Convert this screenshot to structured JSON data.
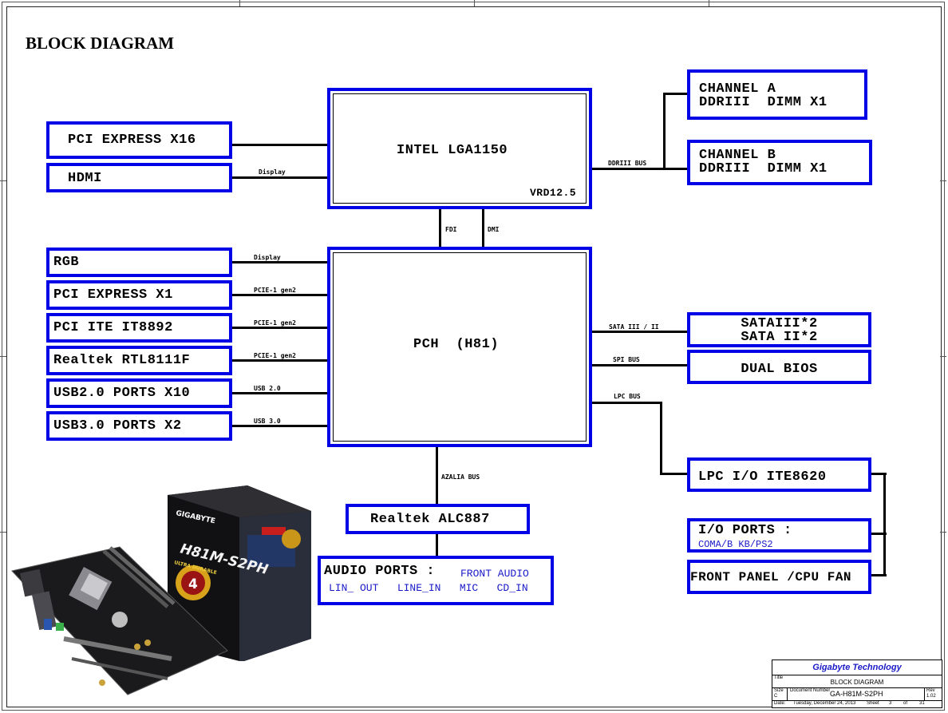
{
  "title": "BLOCK DIAGRAM",
  "cpu": {
    "name": "INTEL LGA1150",
    "vrd": "VRD12.5"
  },
  "pch": {
    "name": "PCH  (H81)"
  },
  "left": [
    {
      "label": "PCI EXPRESS X16",
      "bus": ""
    },
    {
      "label": "HDMI",
      "bus": "Display"
    },
    {
      "label": "RGB",
      "bus": "Display"
    },
    {
      "label": "PCI EXPRESS X1",
      "bus": "PCIE-1 gen2"
    },
    {
      "label": "PCI ITE IT8892",
      "bus": "PCIE-1 gen2"
    },
    {
      "label": "Realtek RTL8111F",
      "bus": "PCIE-1 gen2"
    },
    {
      "label": "USB2.0 PORTS X10",
      "bus": "USB 2.0"
    },
    {
      "label": "USB3.0 PORTS X2",
      "bus": "USB 3.0"
    }
  ],
  "memory": {
    "bus": "DDRIII BUS",
    "channel_a": [
      "CHANNEL A",
      "DDRIII  DIMM X1"
    ],
    "channel_b": [
      "CHANNEL B",
      "DDRIII  DIMM X1"
    ]
  },
  "links": {
    "fdi": "FDI",
    "dmi": "DMI",
    "azalia": "AZALIA BUS"
  },
  "right": {
    "sata_bus": "SATA III / II",
    "sata": [
      "SATAIII*2",
      "SATA II*2"
    ],
    "spi_bus": "SPI BUS",
    "bios": "DUAL BIOS",
    "lpc_bus": "LPC BUS",
    "lpc": "LPC I/O ITE8620",
    "io_ports": "I/O PORTS :",
    "io_ports_sub": "COMA/B KB/PS2",
    "front_panel": "FRONT PANEL /CPU FAN"
  },
  "audio": {
    "codec": "Realtek ALC887",
    "ports_title": "AUDIO PORTS :",
    "front": "FRONT AUDIO",
    "items": "LIN_ OUT   LINE_IN   MIC   CD_IN"
  },
  "product": {
    "brand": "GIGABYTE",
    "model": "H81M-S2PH",
    "badge": "ULTRA DURABLE",
    "badge_num": "4"
  },
  "title_block": {
    "company": "Gigabyte Technology",
    "title_label": "Title",
    "title": "BLOCK DIAGRAM",
    "size_label": "Size",
    "size": "C",
    "doc_label": "Document Number",
    "doc": "GA-H81M-S2PH",
    "rev_label": "Rev",
    "rev": "1.02",
    "date_label": "Date:",
    "date": "Tuesday, December 24, 2013",
    "sheet_label": "Sheet",
    "sheet": "3",
    "of_label": "of",
    "of": "31"
  },
  "colors": {
    "box_border": "#0000e6",
    "blue_text": "#1a1ac8"
  }
}
